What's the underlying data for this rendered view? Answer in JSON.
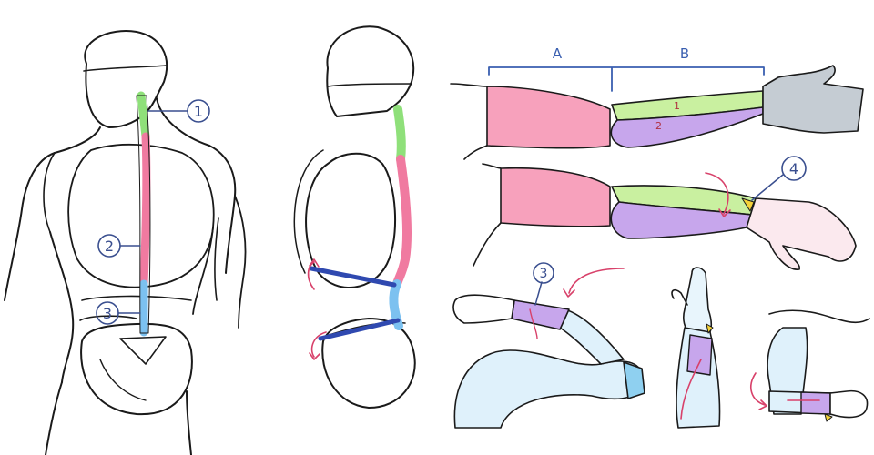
{
  "colors": {
    "line": "#1a1a1a",
    "cervical": "#8fe07a",
    "thoracic": "#f07aa0",
    "lumbar": "#7cc1f0",
    "callout": "#3a4f8f",
    "bracket": "#3a5fb0",
    "arrow": "#d8416a",
    "ulna": "#c9f0a0",
    "radius": "#c7a6ec",
    "upperarm": "#f7a1bc",
    "hand": "#c5ccd3",
    "wrist": "#8fd0f0",
    "axis": "#2f49b0"
  },
  "callouts": {
    "spine_cervical": "1",
    "spine_thoracic": "2",
    "spine_lumbar": "3",
    "wrist_rotation": "4",
    "forearm_twist": "3"
  },
  "forearm_labels": {
    "bone1": "1",
    "bone2": "2"
  },
  "bracket": {
    "label_a": "A",
    "label_b": "B"
  }
}
